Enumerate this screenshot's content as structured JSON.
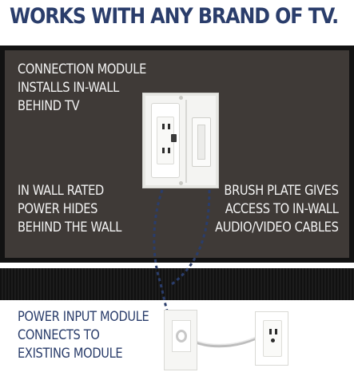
{
  "headline": "WORKS WITH ANY BRAND OF TV.",
  "labels": {
    "connection_module": [
      "CONNECTION MODULE",
      "INSTALLS IN-WALL",
      "BEHIND TV"
    ],
    "in_wall_power": [
      "IN WALL RATED",
      "POWER HIDES",
      "BEHIND THE WALL"
    ],
    "brush_plate": [
      "BRUSH PLATE GIVES",
      "ACCESS TO IN-WALL",
      "AUDIO/VIDEO CABLES"
    ],
    "power_input": [
      "POWER INPUT MODULE",
      "CONNECTS TO",
      "EXISTING MODULE"
    ]
  },
  "colors": {
    "headline_text": "#2a3d6b",
    "tv_panel": "#3f3a37",
    "tv_bezel": "#121212",
    "cable_dashes": "#2a3d6b"
  },
  "icons": {
    "outlet": "duplex-usb-outlet-icon",
    "brush_plate": "brush-plate-icon",
    "cord": "power-cord-icon"
  }
}
